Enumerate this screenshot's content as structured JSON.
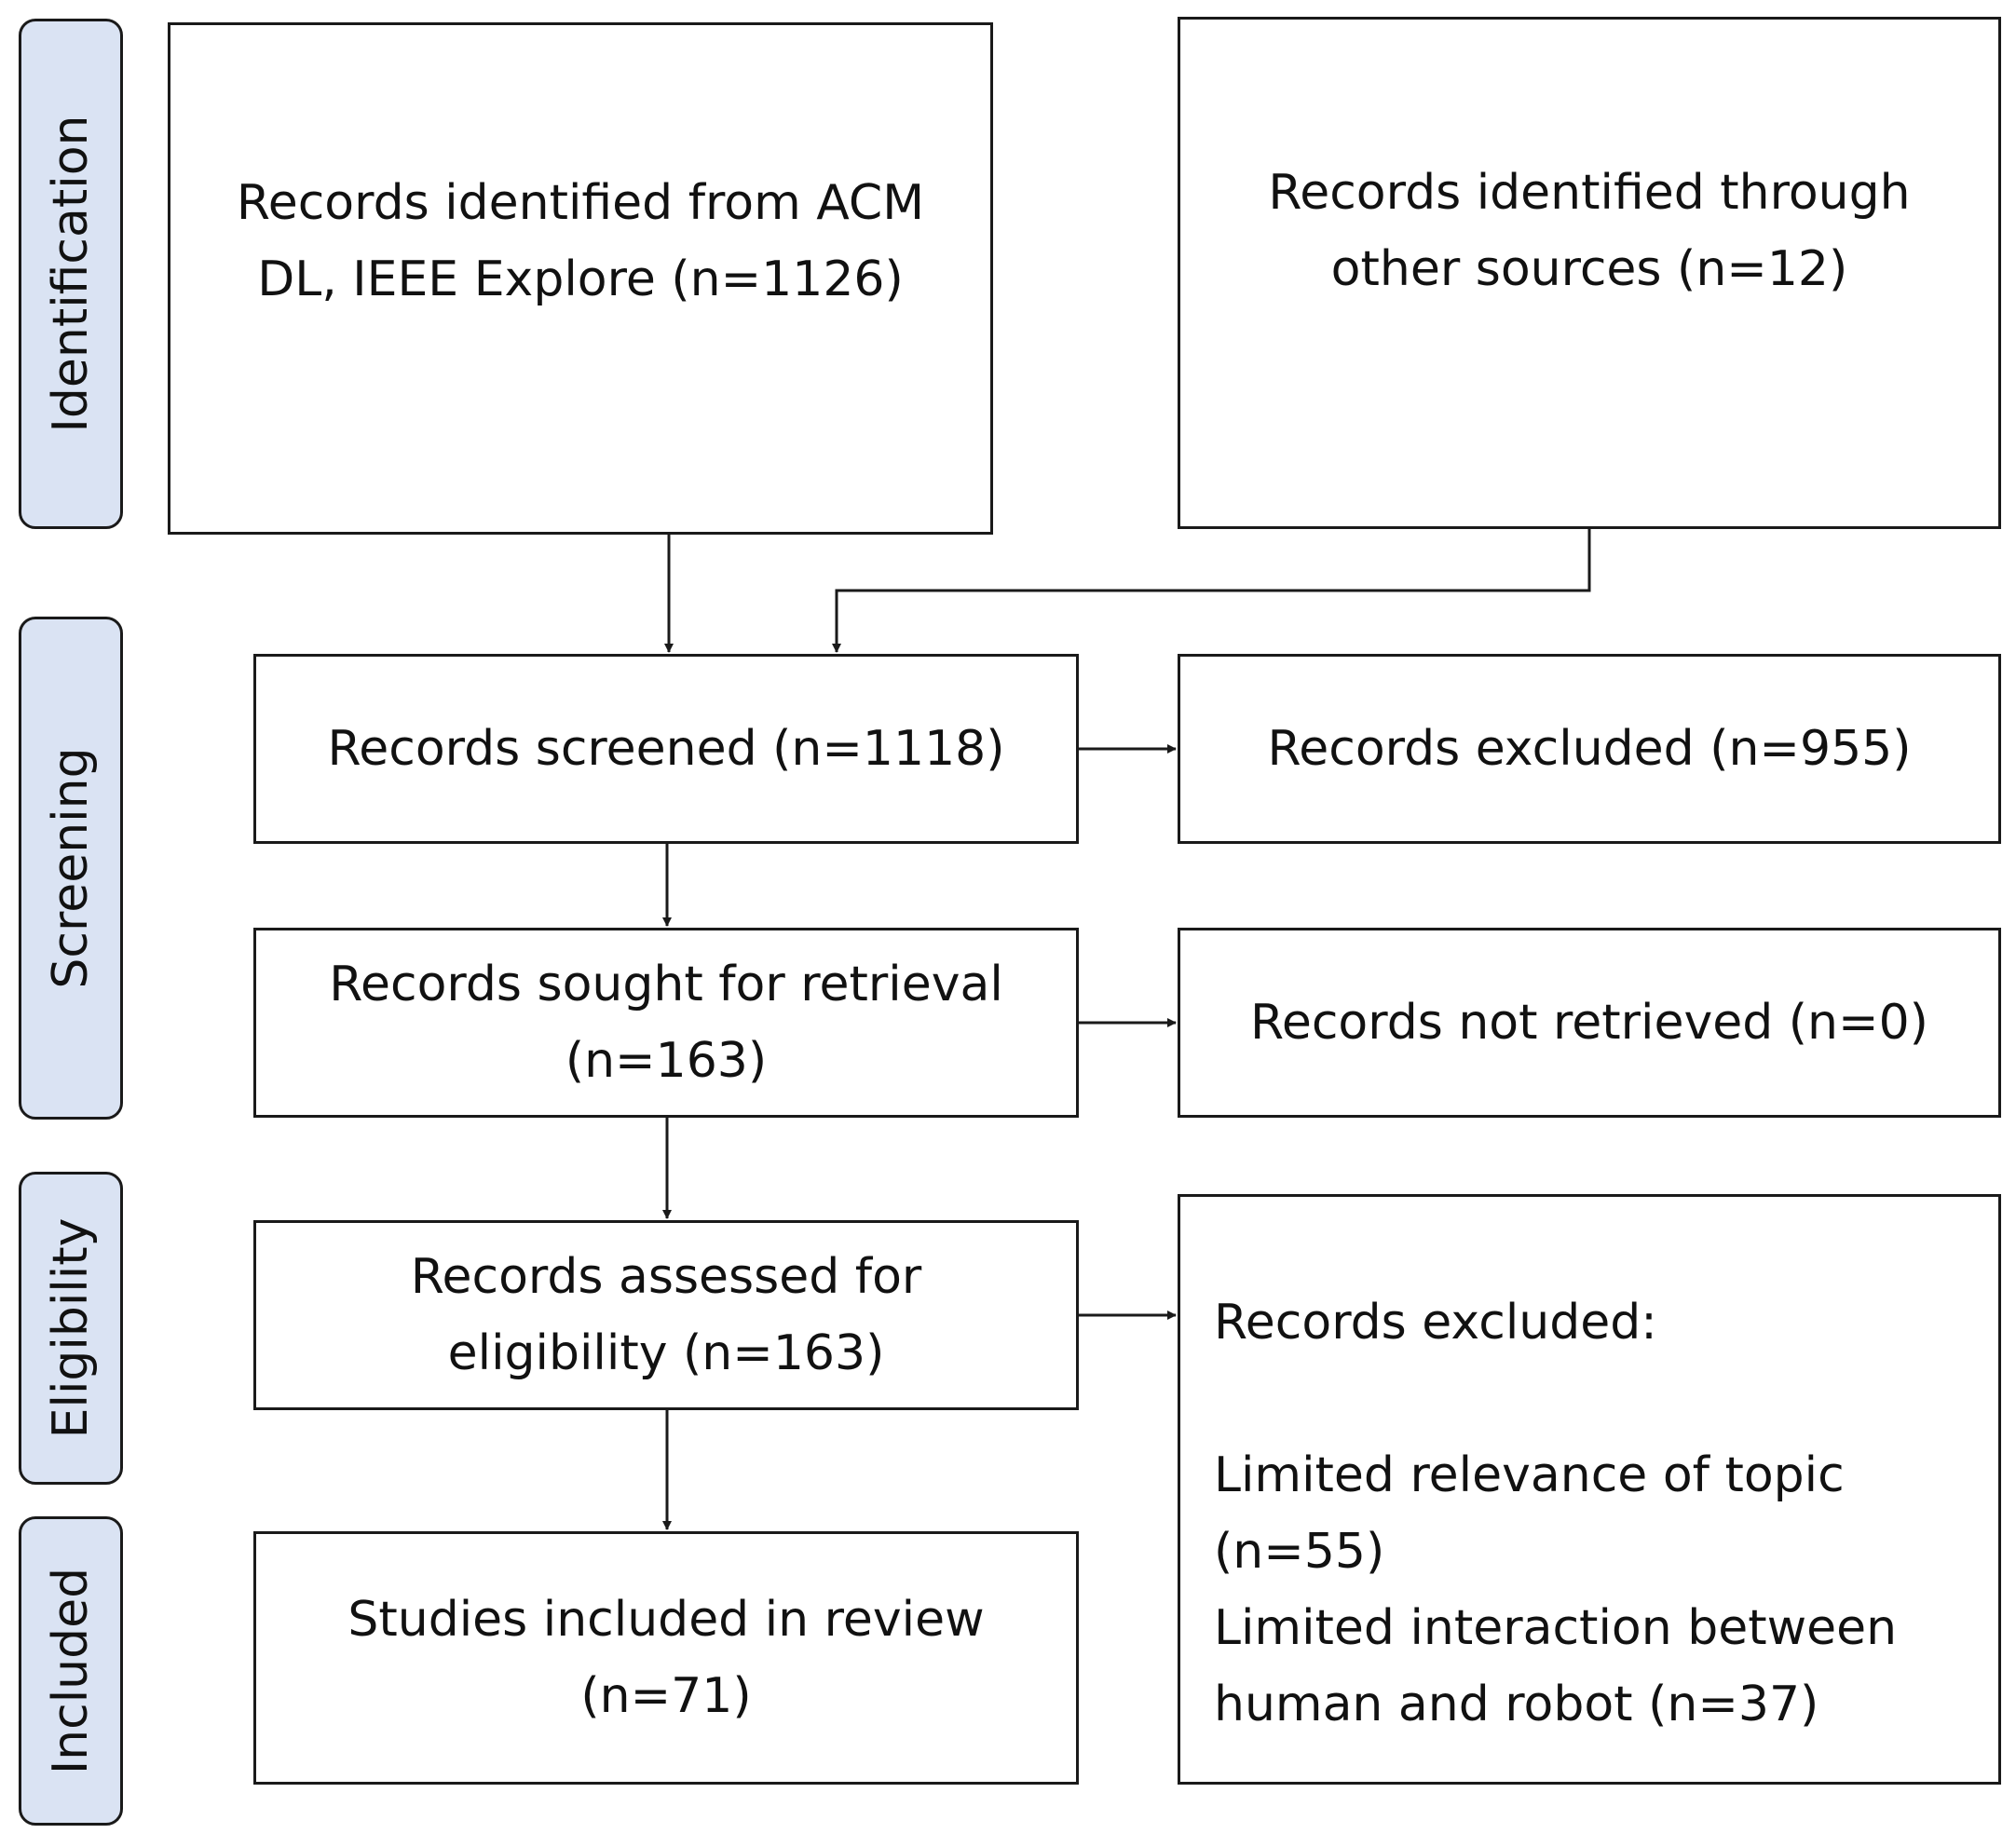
{
  "stages": {
    "identification": "Identification",
    "screening": "Screening",
    "eligibility": "Eligibility",
    "included": "Included"
  },
  "boxes": {
    "acm": "Records identified from ACM DL, IEEE Explore (n=1126)",
    "other": "Records identified through other sources (n=12)",
    "screened": "Records screened (n=1118)",
    "excluded_screen": "Records excluded (n=955)",
    "sought": "Records sought for retrieval (n=163)",
    "not_retrieved": "Records not retrieved (n=0)",
    "assessed": "Records assessed for eligibility (n=163)",
    "included": "Studies included in review (n=71)",
    "excluded_eligibility": {
      "heading": "Records excluded:",
      "reasons": [
        "Limited relevance of topic (n=55)",
        "Limited interaction between human and robot (n=37)"
      ]
    }
  },
  "colors": {
    "stage_fill": "#dae3f3",
    "stroke": "#1a1a1a"
  }
}
